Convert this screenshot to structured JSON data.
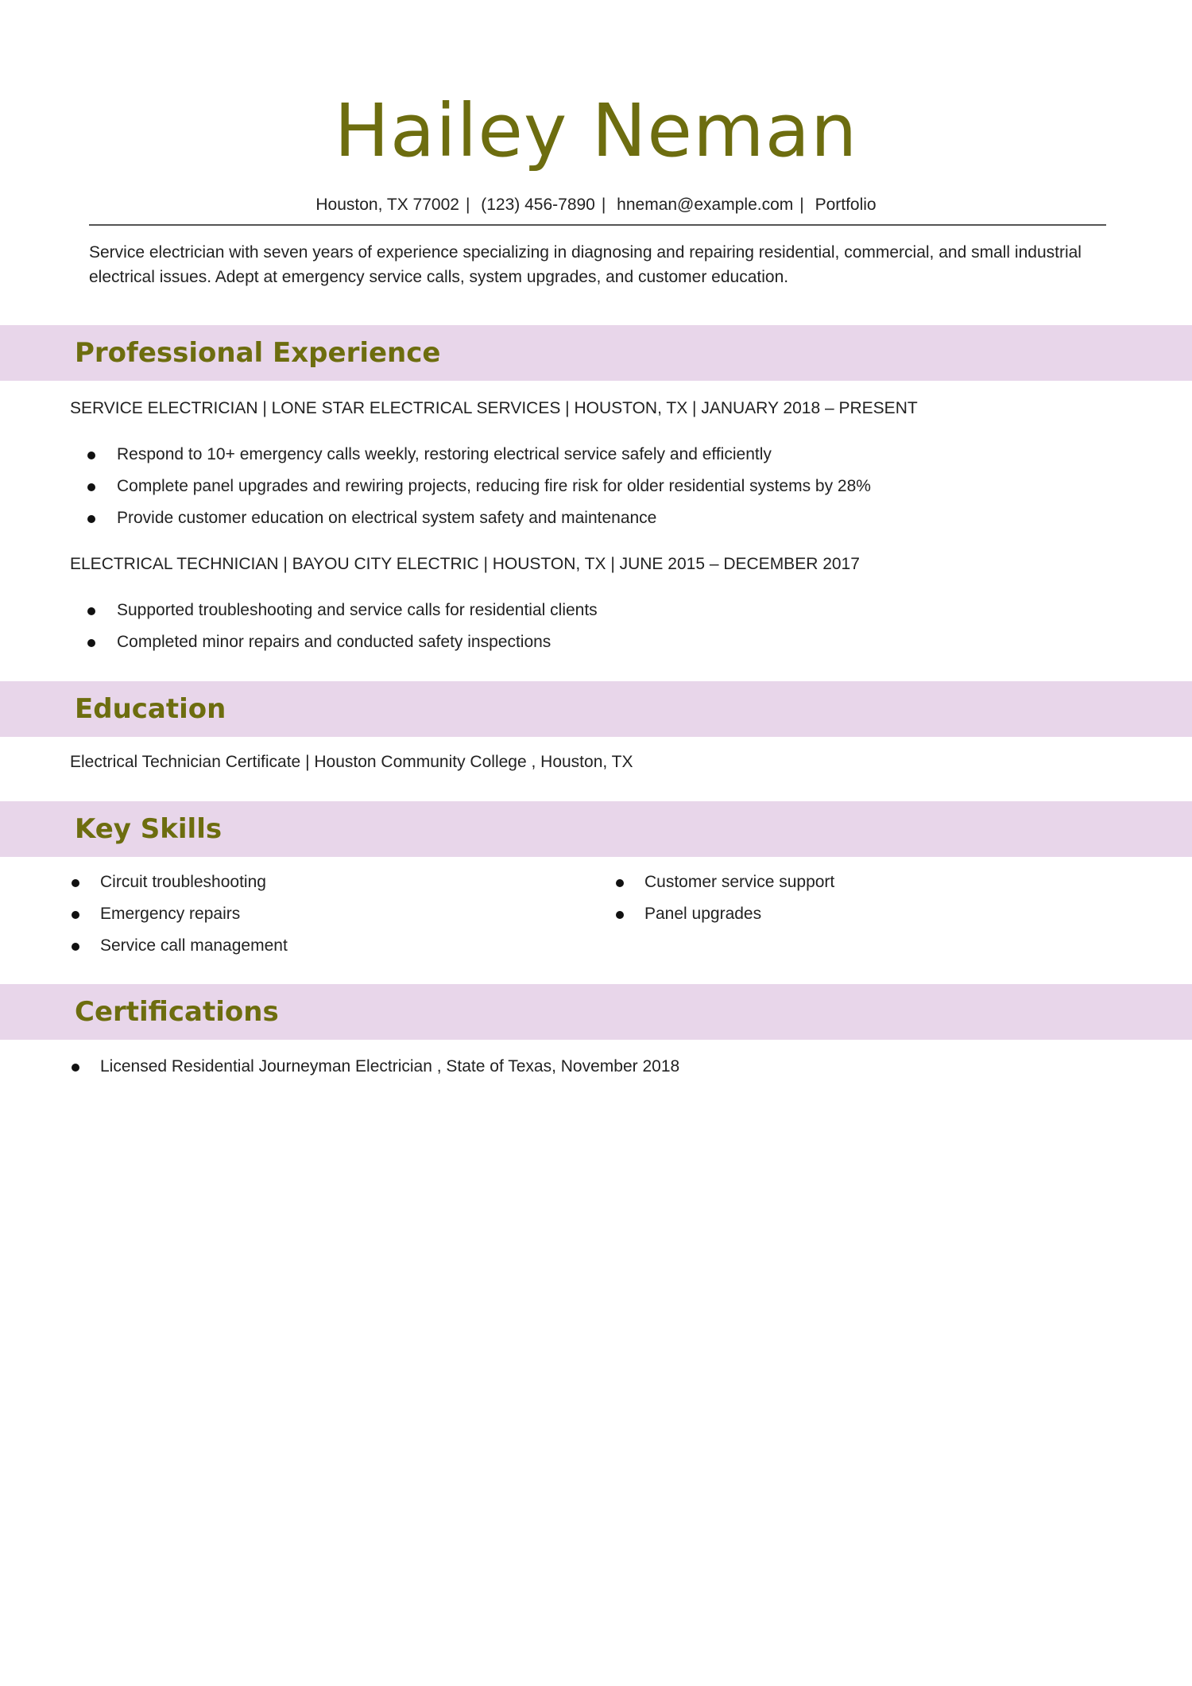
{
  "header": {
    "name": "Hailey Neman",
    "location": "Houston, TX 77002",
    "phone": "(123) 456-7890",
    "email": "hneman@example.com",
    "portfolio": "Portfolio",
    "separator": "|"
  },
  "summary": "Service electrician with seven years of experience specializing in diagnosing and repairing residential, commercial, and small industrial electrical issues. Adept at emergency service calls, system upgrades, and customer education.",
  "sections": {
    "experience": "Professional Experience",
    "education": "Education",
    "skills": "Key Skills",
    "certifications": "Certifications"
  },
  "jobs": [
    {
      "title_line": "SERVICE ELECTRICIAN | LONE STAR ELECTRICAL SERVICES | HOUSTON, TX | JANUARY 2018 – PRESENT",
      "bullets": [
        "Respond to 10+ emergency calls weekly, restoring electrical service safely and efficiently",
        "Complete panel upgrades and rewiring projects, reducing fire risk for older residential systems by 28%",
        "Provide customer education on electrical system safety and maintenance"
      ]
    },
    {
      "title_line": "ELECTRICAL TECHNICIAN | BAYOU CITY ELECTRIC | HOUSTON, TX | JUNE 2015 – DECEMBER 2017",
      "bullets": [
        "Supported troubleshooting and service calls for residential clients",
        "Completed minor repairs and conducted safety inspections"
      ]
    }
  ],
  "education": {
    "line": "Electrical Technician Certificate | Houston Community College , Houston, TX"
  },
  "skills": {
    "left": [
      "Circuit troubleshooting",
      "Emergency repairs",
      "Service call management"
    ],
    "right": [
      "Customer service support",
      "Panel upgrades"
    ]
  },
  "certifications": [
    "Licensed Residential Journeyman Electrician , State of Texas, November 2018"
  ],
  "colors": {
    "accent": "#6d6d0f",
    "band": "#e8d6ea"
  }
}
